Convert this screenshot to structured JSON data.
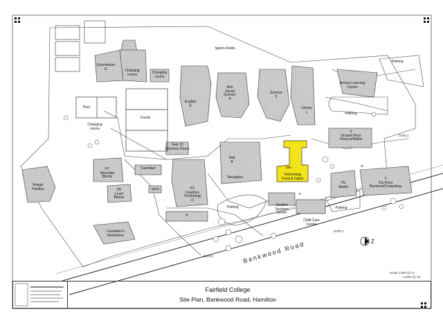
{
  "title": "Fairfield College",
  "subtitle": "Site Plan, Bankwood Road, Hamilton",
  "road": "Bankwood Road",
  "highlight_color": "#f2e31a",
  "north_icon": "north-arrow-icon",
  "scale": {
    "label": "Scale",
    "line1": "1:500 @ A1",
    "line2": "1:1000 @ A3"
  },
  "labels": {
    "sports_fields": "Sports Fields",
    "gymnasium": "Gymnasium\nG",
    "changing_rooms_top": "Changing\nrooms",
    "changing_rooms_mid": "Changing\nrooms",
    "pool": "Pool",
    "changing_rooms_pool": "Changing\nrooms",
    "courts": "Courts",
    "english": "English\nE",
    "arts_social_science": "Arts\nSocial\nScience\nA",
    "science": "Science\nS",
    "library": "Library\nL",
    "parking_ne": "Parking",
    "access_learning": "Access Learning\nCentre",
    "parking_e": "Parking",
    "ground_floor": "V\nGround Floor\nScience/Maths",
    "gate_3": "GATE 3",
    "year13": "Year 13\nCommon Room",
    "hall": "Hall\nA",
    "reception": "Reception",
    "technology": "Technology\nFood & Fabric",
    "p7": "P7\nMountain\nBlocks",
    "caretaker": "Caretaker",
    "p5": "P5\nLevel\nBlocks",
    "toilets": "Toilets",
    "p3": "P3\nGraphics\nTechnology\nD",
    "pavilion": "Rangis\nPavilion",
    "bike": "Bike",
    "parking_centre": "Parking",
    "student_services": "Student\nServices\nCentre",
    "childcare": "Child Care\nCentre",
    "p6": "P6\nModel",
    "top_floor": "Y\nTop Floor\nBusiness/Computing",
    "parking_s": "Parking",
    "gate_2": "GATE 2",
    "k_block": "K",
    "caretakers_residence": "Caretaker's\nResidence",
    "gate_1": "GATE 1",
    "o_block": "O",
    "w_block": "W"
  }
}
